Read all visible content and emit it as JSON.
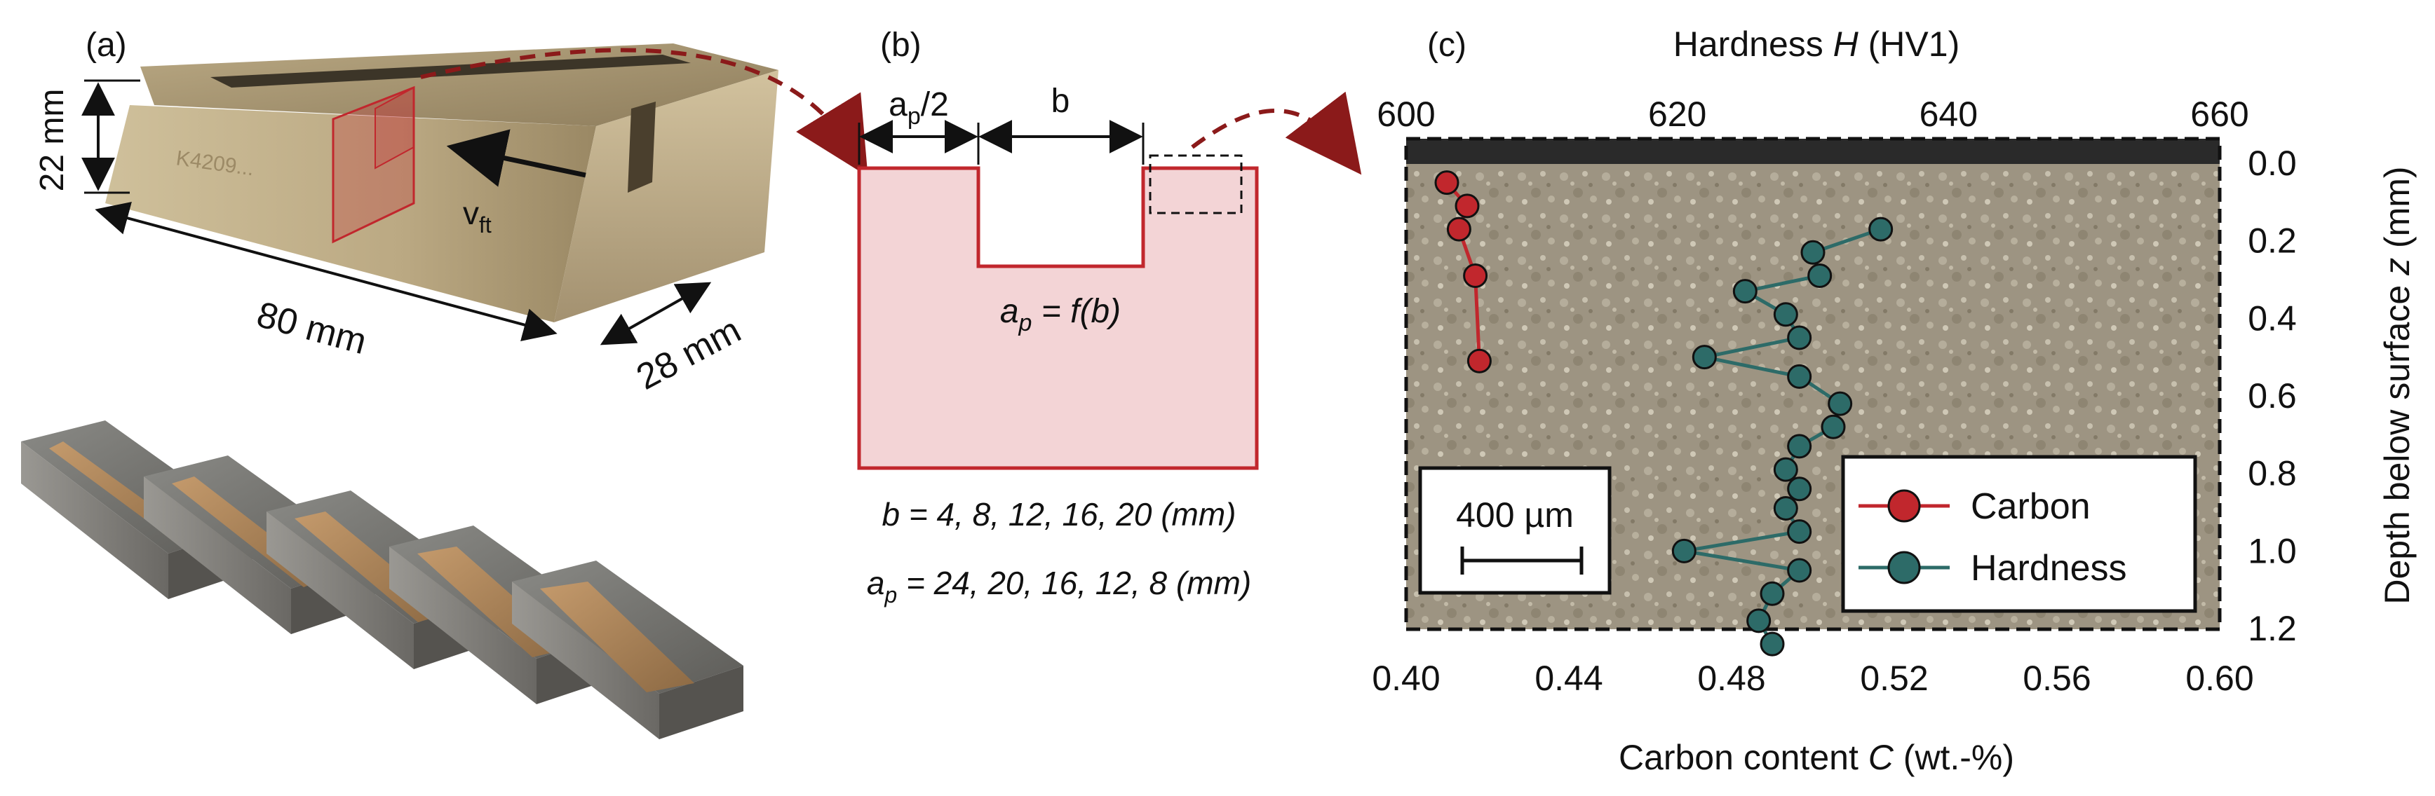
{
  "panel_a": {
    "label": "(a)",
    "dim_height": "22 mm",
    "dim_length": "80 mm",
    "dim_width": "28 mm",
    "feed_label": "v",
    "feed_sub": "ft"
  },
  "panel_b": {
    "label": "(b)",
    "ap_half": "a",
    "ap_half_sub": "p",
    "ap_half_suffix": "/2",
    "b_label": "b",
    "formula_a": "a",
    "formula_sub": "p",
    "formula_rest": " = f(b)",
    "b_values": "b = 4, 8, 12, 16, 20 (mm)",
    "ap_values_prefix": "a",
    "ap_values_sub": "p",
    "ap_values_rest": " = 24, 20, 16, 12, 8 (mm)"
  },
  "panel_c": {
    "label": "(c)",
    "scale_bar": "400 µm"
  },
  "chart_data": {
    "type": "scatter",
    "top_axis": {
      "label_prefix": "Hardness ",
      "label_var": "H",
      "label_suffix": " (HV1)",
      "range": [
        600,
        660
      ],
      "ticks": [
        600,
        620,
        640,
        660
      ]
    },
    "bottom_axis": {
      "label_prefix": "Carbon content ",
      "label_var": "C",
      "label_suffix": " (wt.-%)",
      "range": [
        0.4,
        0.6
      ],
      "ticks": [
        "0.40",
        "0.44",
        "0.48",
        "0.52",
        "0.56",
        "0.60"
      ]
    },
    "right_axis": {
      "label_prefix": "Depth below surface ",
      "label_var": "z",
      "label_suffix": " (mm)",
      "range": [
        0.0,
        1.2
      ],
      "ticks": [
        "0.0",
        "0.2",
        "0.4",
        "0.6",
        "0.8",
        "1.0",
        "1.2"
      ]
    },
    "legend_position": "bottom-right",
    "series": [
      {
        "name": "Carbon",
        "color": "#c1272d",
        "points": [
          {
            "x": 0.41,
            "z": 0.05
          },
          {
            "x": 0.415,
            "z": 0.11
          },
          {
            "x": 0.413,
            "z": 0.17
          },
          {
            "x": 0.417,
            "z": 0.29
          },
          {
            "x": 0.418,
            "z": 0.51
          }
        ]
      },
      {
        "name": "Hardness",
        "color": "#2d6b68",
        "points": [
          {
            "x": 635,
            "z": 0.17
          },
          {
            "x": 630,
            "z": 0.23
          },
          {
            "x": 630.5,
            "z": 0.29
          },
          {
            "x": 625,
            "z": 0.33
          },
          {
            "x": 628,
            "z": 0.39
          },
          {
            "x": 629,
            "z": 0.45
          },
          {
            "x": 622,
            "z": 0.5
          },
          {
            "x": 629,
            "z": 0.55
          },
          {
            "x": 632,
            "z": 0.62
          },
          {
            "x": 631.5,
            "z": 0.68
          },
          {
            "x": 629,
            "z": 0.73
          },
          {
            "x": 628,
            "z": 0.79
          },
          {
            "x": 629,
            "z": 0.84
          },
          {
            "x": 628,
            "z": 0.89
          },
          {
            "x": 629,
            "z": 0.95
          },
          {
            "x": 620.5,
            "z": 1.0
          },
          {
            "x": 629,
            "z": 1.05
          },
          {
            "x": 627,
            "z": 1.11
          },
          {
            "x": 626,
            "z": 1.18
          },
          {
            "x": 627,
            "z": 1.24
          }
        ]
      }
    ]
  }
}
